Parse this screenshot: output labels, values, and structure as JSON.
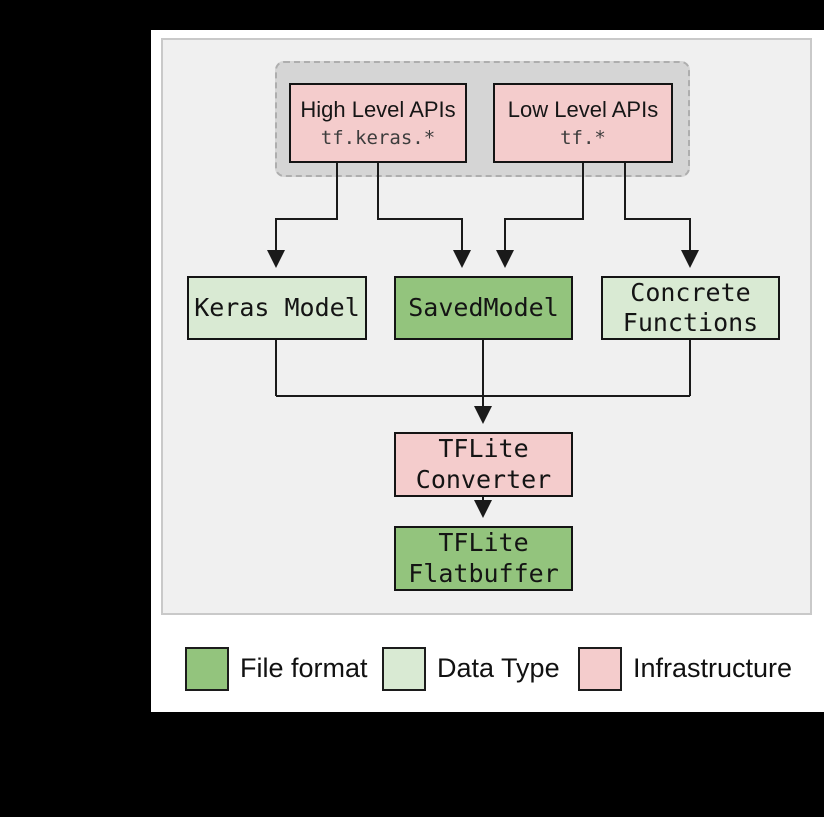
{
  "page": {
    "background": "#000000",
    "canvas_background": "#ffffff",
    "panel_background": "#f0f0f0",
    "dashed_container_background": "#d5d5d5"
  },
  "nodes": {
    "high_level": {
      "title": "High Level APIs",
      "subtitle": "tf.keras.*"
    },
    "low_level": {
      "title": "Low Level APIs",
      "subtitle": "tf.*"
    },
    "keras_model": {
      "label": "Keras Model"
    },
    "saved_model": {
      "label": "SavedModel"
    },
    "concrete_functions": {
      "line1": "Concrete",
      "line2": "Functions"
    },
    "tflite_converter": {
      "line1": "TFLite",
      "line2": "Converter"
    },
    "tflite_flatbuffer": {
      "line1": "TFLite",
      "line2": "Flatbuffer"
    }
  },
  "legend": {
    "items": [
      {
        "label": "File format",
        "color": "#93c47d"
      },
      {
        "label": "Data Type",
        "color": "#d9ead3"
      },
      {
        "label": "Infrastructure",
        "color": "#f4cccc"
      }
    ]
  },
  "colors": {
    "file_format_green": "#93c47d",
    "data_type_light_green": "#d9ead3",
    "infrastructure_pink": "#f4cccc",
    "connector_line": "#1a1a1a"
  }
}
